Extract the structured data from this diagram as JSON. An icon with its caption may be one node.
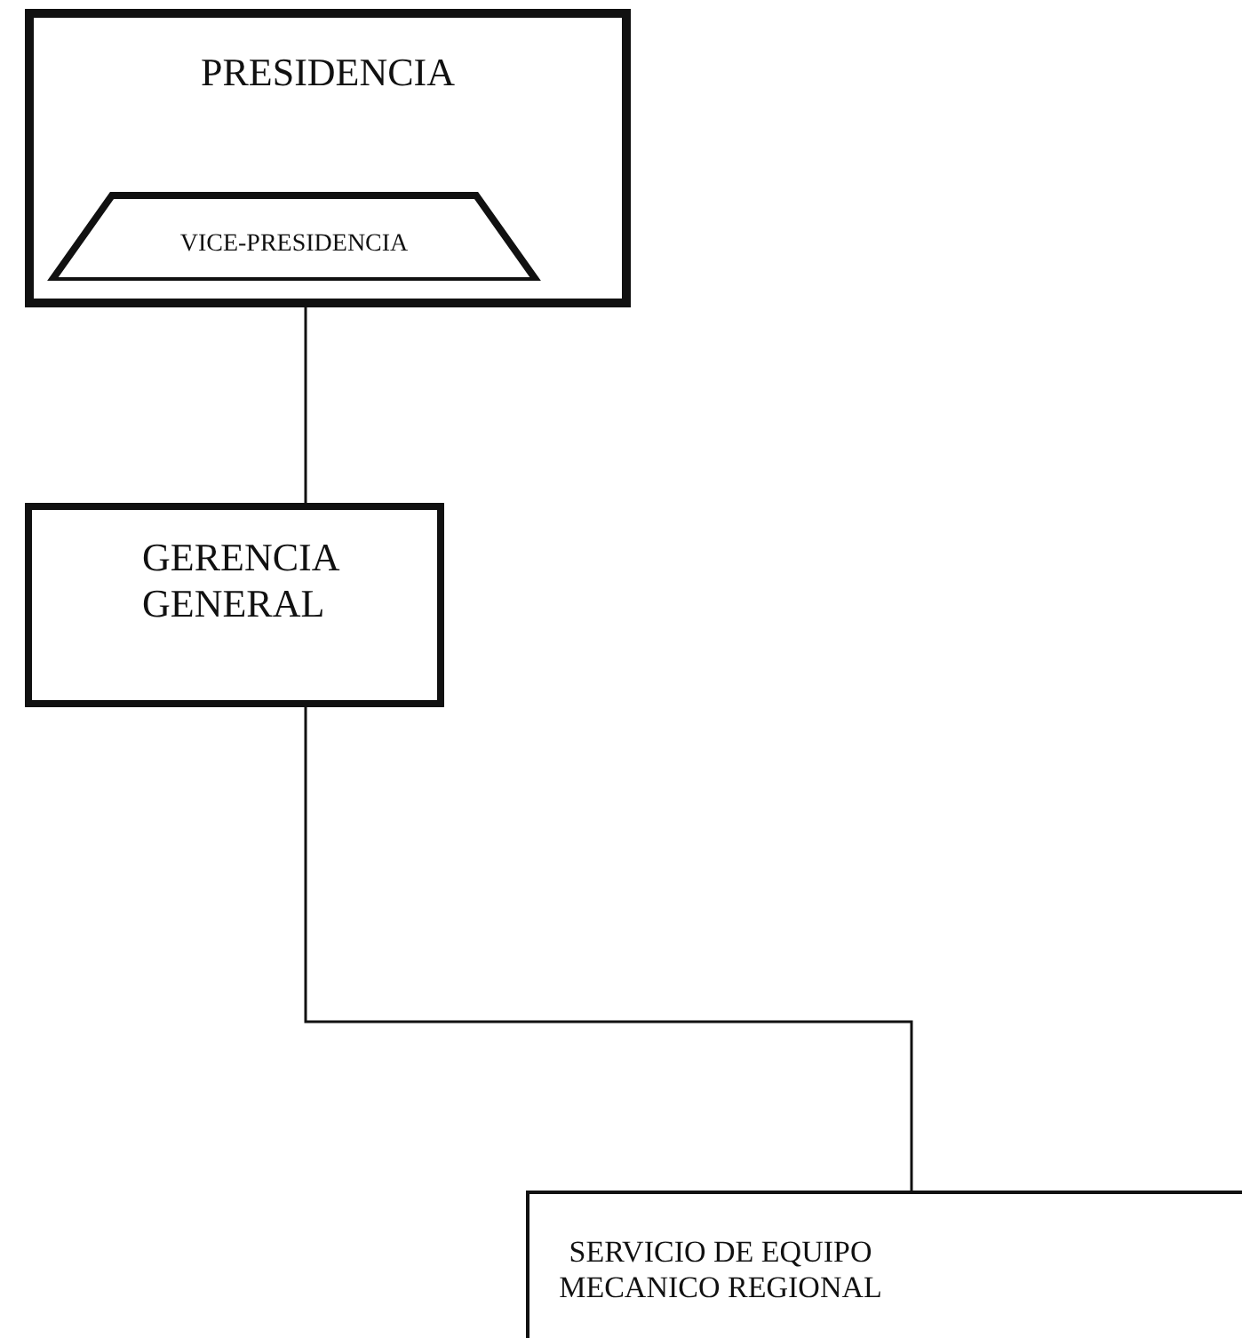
{
  "diagram": {
    "nodes": [
      {
        "text": [
          "PRESIDENCIA"
        ]
      },
      {
        "text": [
          "VICE-PRESIDENCIA"
        ],
        "in": 0
      },
      {
        "text": [
          "GERENCIA GENERAL"
        ]
      },
      {
        "text": [
          "SERVICIO DE EQUIPO MECANICO REGIONAL"
        ]
      }
    ],
    "edges": [
      {
        "from": 0,
        "to": 2,
        "arrow": "none"
      },
      {
        "from": 2,
        "to": 3,
        "arrow": "none"
      }
    ]
  }
}
